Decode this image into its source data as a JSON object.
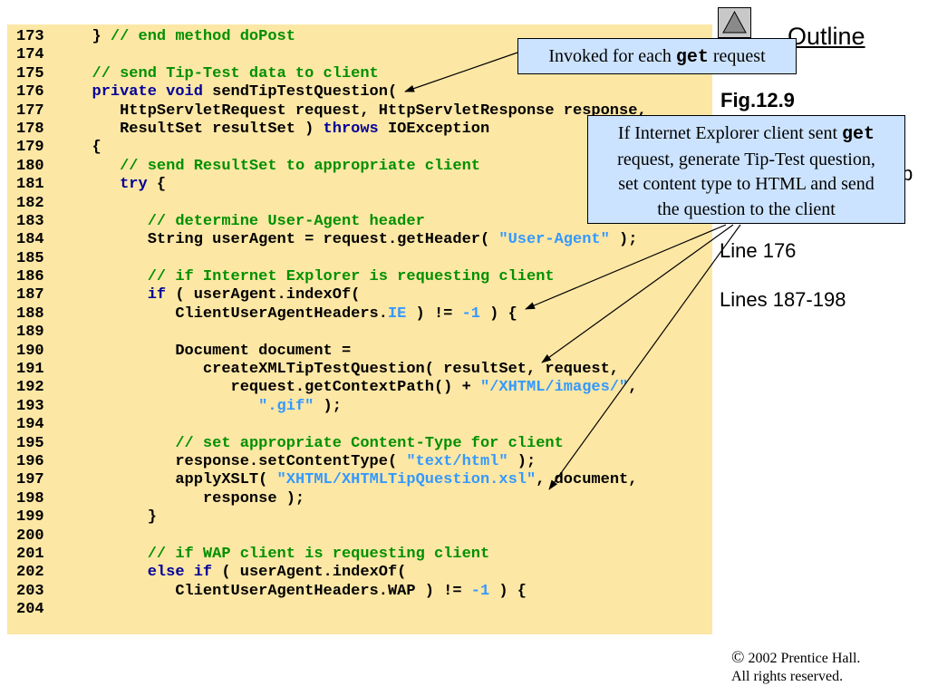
{
  "nav": {
    "up_icon": "triangle-up-icon",
    "outline_label": "Outline"
  },
  "side": {
    "figure_label": "Fig.12.9",
    "covered_text_fragment": "p",
    "notes": [
      "Line 176",
      "Lines 187-198"
    ]
  },
  "code": {
    "colors": {
      "background": "#FDE7A5",
      "plain": "#000000",
      "kw": "#000099",
      "cm": "#009000",
      "str": "#3399FF"
    },
    "lines": [
      {
        "n": "173",
        "s": [
          [
            "plain",
            "} "
          ],
          [
            "cm",
            "// end method doPost"
          ]
        ]
      },
      {
        "n": "174",
        "s": []
      },
      {
        "n": "175",
        "s": [
          [
            "cm",
            "// send Tip-Test data to client"
          ]
        ]
      },
      {
        "n": "176",
        "s": [
          [
            "kw",
            "private void"
          ],
          [
            "plain",
            " sendTipTestQuestion("
          ]
        ]
      },
      {
        "n": "177",
        "s": [
          [
            "plain",
            "   HttpServletRequest request, HttpServletResponse response,"
          ]
        ]
      },
      {
        "n": "178",
        "s": [
          [
            "plain",
            "   ResultSet resultSet ) "
          ],
          [
            "kw",
            "throws"
          ],
          [
            "plain",
            " IOException"
          ]
        ]
      },
      {
        "n": "179",
        "s": [
          [
            "plain",
            "{"
          ]
        ]
      },
      {
        "n": "180",
        "s": [
          [
            "plain",
            "   "
          ],
          [
            "cm",
            "// send ResultSet to appropriate client"
          ]
        ]
      },
      {
        "n": "181",
        "s": [
          [
            "plain",
            "   "
          ],
          [
            "kw",
            "try"
          ],
          [
            "plain",
            " {"
          ]
        ]
      },
      {
        "n": "182",
        "s": []
      },
      {
        "n": "183",
        "s": [
          [
            "plain",
            "      "
          ],
          [
            "cm",
            "// determine User-Agent header"
          ]
        ]
      },
      {
        "n": "184",
        "s": [
          [
            "plain",
            "      String userAgent = request.getHeader( "
          ],
          [
            "str",
            "\"User-Agent\""
          ],
          [
            "plain",
            " );"
          ]
        ]
      },
      {
        "n": "185",
        "s": []
      },
      {
        "n": "186",
        "s": [
          [
            "plain",
            "      "
          ],
          [
            "cm",
            "// if Internet Explorer is requesting client"
          ]
        ]
      },
      {
        "n": "187",
        "s": [
          [
            "plain",
            "      "
          ],
          [
            "kw",
            "if"
          ],
          [
            "plain",
            " ( userAgent.indexOf("
          ]
        ]
      },
      {
        "n": "188",
        "s": [
          [
            "plain",
            "         ClientUserAgentHeaders."
          ],
          [
            "str",
            "IE"
          ],
          [
            "plain",
            " ) != "
          ],
          [
            "str",
            "-1"
          ],
          [
            "plain",
            " ) {"
          ]
        ]
      },
      {
        "n": "189",
        "s": []
      },
      {
        "n": "190",
        "s": [
          [
            "plain",
            "         Document document ="
          ]
        ]
      },
      {
        "n": "191",
        "s": [
          [
            "plain",
            "            createXMLTipTestQuestion( resultSet, request,"
          ]
        ]
      },
      {
        "n": "192",
        "s": [
          [
            "plain",
            "               request.getContextPath() + "
          ],
          [
            "str",
            "\"/XHTML/images/\""
          ],
          [
            "plain",
            ","
          ]
        ]
      },
      {
        "n": "193",
        "s": [
          [
            "plain",
            "                  "
          ],
          [
            "str",
            "\".gif\""
          ],
          [
            "plain",
            " );"
          ]
        ]
      },
      {
        "n": "194",
        "s": []
      },
      {
        "n": "195",
        "s": [
          [
            "plain",
            "         "
          ],
          [
            "cm",
            "// set appropriate Content-Type for client"
          ]
        ]
      },
      {
        "n": "196",
        "s": [
          [
            "plain",
            "         response.setContentType( "
          ],
          [
            "str",
            "\"text/html\""
          ],
          [
            "plain",
            " );"
          ]
        ]
      },
      {
        "n": "197",
        "s": [
          [
            "plain",
            "         applyXSLT( "
          ],
          [
            "str",
            "\"XHTML/XHTMLTipQuestion.xsl\""
          ],
          [
            "plain",
            ", document,"
          ]
        ]
      },
      {
        "n": "198",
        "s": [
          [
            "plain",
            "            response );"
          ]
        ]
      },
      {
        "n": "199",
        "s": [
          [
            "plain",
            "      }"
          ]
        ]
      },
      {
        "n": "200",
        "s": []
      },
      {
        "n": "201",
        "s": [
          [
            "plain",
            "      "
          ],
          [
            "cm",
            "// if WAP client is requesting client"
          ]
        ]
      },
      {
        "n": "202",
        "s": [
          [
            "plain",
            "      "
          ],
          [
            "kw",
            "else if"
          ],
          [
            "plain",
            " ( userAgent.indexOf("
          ]
        ]
      },
      {
        "n": "203",
        "s": [
          [
            "plain",
            "         ClientUserAgentHeaders.WAP ) != "
          ],
          [
            "str",
            "-1"
          ],
          [
            "plain",
            " ) {"
          ]
        ]
      },
      {
        "n": "204",
        "s": []
      }
    ]
  },
  "callouts": {
    "fill": "#CCE3FF",
    "invoked": {
      "before": "Invoked for each ",
      "code": "get",
      "after": " request"
    },
    "ie": {
      "first_text": "If Internet Explorer client sent ",
      "first_code": "get",
      "lines": [
        "request, generate Tip-Test question,",
        "set content type to HTML and send",
        "the question to the client"
      ]
    }
  },
  "footer": {
    "symbol": "©",
    "line1": "2002 Prentice Hall.",
    "line2": "All rights reserved."
  }
}
